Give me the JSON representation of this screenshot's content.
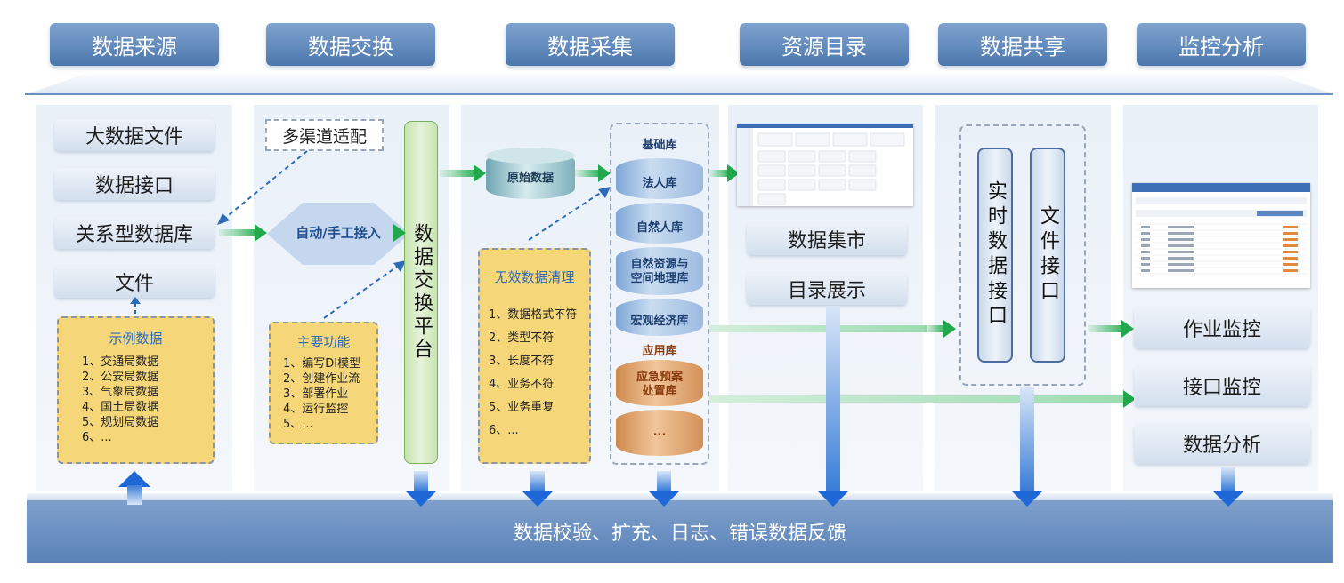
{
  "tabs": [
    "数据来源",
    "数据交换",
    "数据采集",
    "资源目录",
    "数据共享",
    "监控分析"
  ],
  "sources": {
    "items": [
      "大数据文件",
      "数据接口",
      "关系型数据库",
      "文件"
    ],
    "sample_title": "示例数据",
    "sample_items": [
      "1、交通局数据",
      "2、公安局数据",
      "3、气象局数据",
      "4、国土局数据",
      "5、规划局数据",
      "6、..."
    ]
  },
  "exchange": {
    "multichannel": "多渠道适配",
    "access": "自动/手工接入",
    "platform": "数据交换平台",
    "functions_title": "主要功能",
    "functions": [
      "1、编写DI模型",
      "2、创建作业流",
      "3、部署作业",
      "4、运行监控",
      "5、..."
    ]
  },
  "collection": {
    "raw": "原始数据",
    "clean_title": "无效数据清理",
    "clean_items": [
      "1、数据格式不符",
      "2、类型不符",
      "3、长度不符",
      "4、业务不符",
      "5、业务重复",
      "6、..."
    ],
    "base_title": "基础库",
    "base_items": [
      "法人库",
      "自然人库",
      "自然资源与\n空间地理库",
      "宏观经济库"
    ],
    "app_title": "应用库",
    "app_items": [
      "应急预案\n处置库",
      "..."
    ]
  },
  "catalog": {
    "items": [
      "数据集市",
      "目录展示"
    ]
  },
  "sharing": {
    "items": [
      "实时数据接口",
      "文件接口"
    ]
  },
  "monitor": {
    "items": [
      "作业监控",
      "接口监控",
      "数据分析"
    ]
  },
  "bottom": "数据校验、扩充、日志、错误数据反馈",
  "colors": {
    "tab": "#5a82b8",
    "yellow": "#f5d77a",
    "green_arrow": "#22a84c",
    "blue_arrow": "#1f66d6"
  }
}
